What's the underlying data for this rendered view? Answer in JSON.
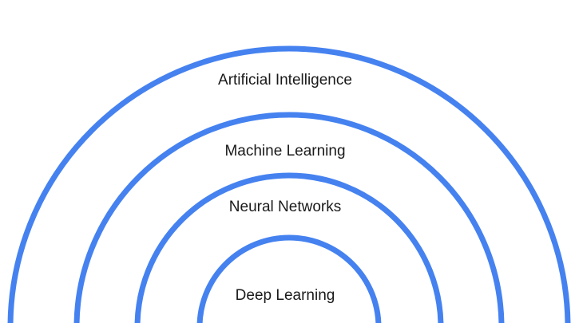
{
  "diagram": {
    "accent_color": "#4582F0",
    "rings": [
      {
        "label": "Artificial Intelligence"
      },
      {
        "label": "Machine Learning"
      },
      {
        "label": "Neural Networks"
      },
      {
        "label": "Deep Learning"
      }
    ]
  }
}
